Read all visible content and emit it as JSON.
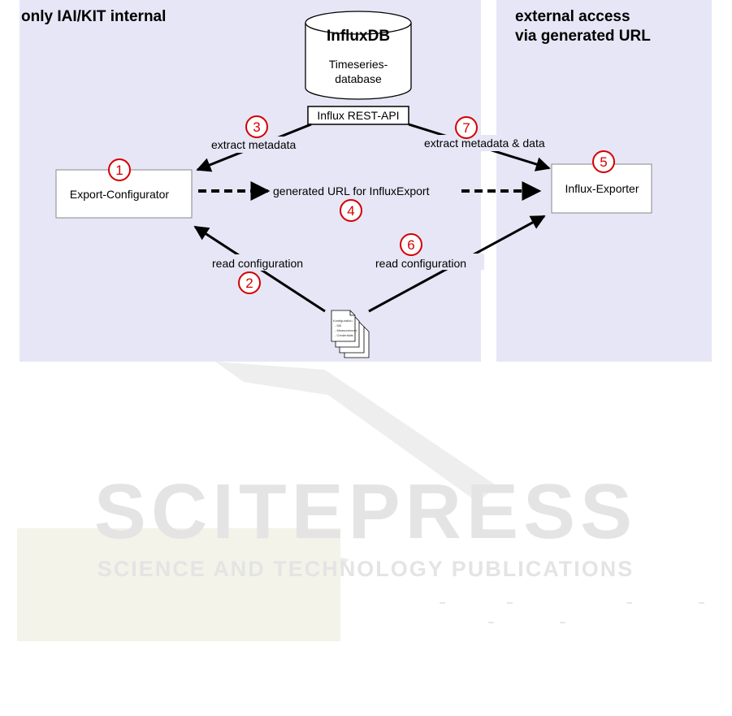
{
  "zones": {
    "internal_title": "only IAI/KIT internal",
    "external_title_line1": "external access",
    "external_title_line2": "via generated URL",
    "color": "#e6e6f6"
  },
  "database": {
    "title": "InfluxDB",
    "subtitle_line1": "Timeseries-",
    "subtitle_line2": "database",
    "api_label": "Influx REST-API"
  },
  "nodes": {
    "configurator": "Export-Configurator",
    "exporter": "Influx-Exporter"
  },
  "edges": {
    "extract_metadata": "extract metadata",
    "extract_metadata_data": "extract metadata & data",
    "generated_url": "generated URL for InfluxExport",
    "read_config_left": "read configuration",
    "read_config_right": "read configuration"
  },
  "steps": [
    "1",
    "2",
    "3",
    "4",
    "5",
    "6",
    "7"
  ],
  "config_document": {
    "line1": "Konfiguration",
    "line2": "- DB",
    "line3": "- Measurement",
    "line4": "- Credentials"
  },
  "watermark": {
    "main": "SCITEPRESS",
    "sub": "SCIENCE AND TECHNOLOGY PUBLICATIONS"
  },
  "accent_colors": {
    "step_marker": "#d40000"
  }
}
